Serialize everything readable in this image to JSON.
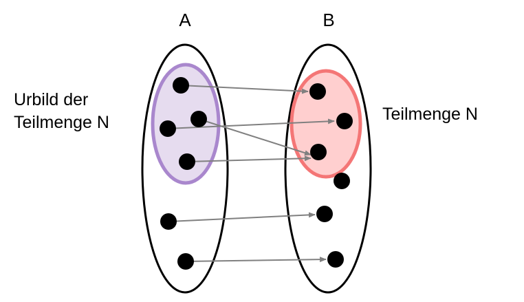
{
  "labels": {
    "set_a": "A",
    "set_b": "B",
    "preimage_line1": "Urbild der",
    "preimage_line2": "Teilmenge N",
    "subset": "Teilmenge N"
  },
  "colors": {
    "outline": "#000000",
    "point": "#000000",
    "arrow": "#808080",
    "preimage_fill": "#e6dcef",
    "preimage_stroke": "#a987cd",
    "subset_fill": "#ffcfcf",
    "subset_stroke": "#f47676"
  }
}
